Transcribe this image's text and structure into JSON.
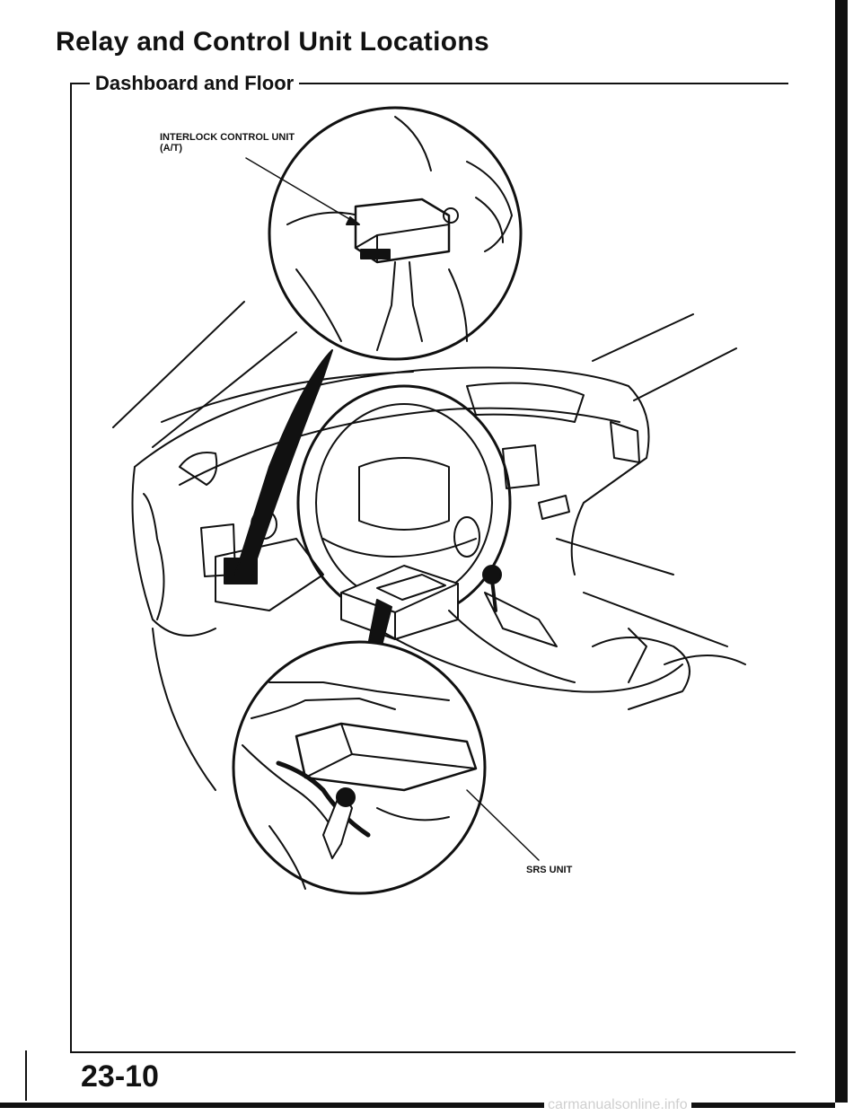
{
  "page": {
    "title": "Relay and Control Unit Locations",
    "section": "Dashboard and Floor",
    "page_number": "23-10",
    "watermark": "carmanualsonline.info"
  },
  "callouts": {
    "interlock_control_unit": "INTERLOCK CONTROL UNIT (A/T)",
    "srs_unit": "SRS UNIT"
  },
  "colors": {
    "ink": "#111111",
    "paper": "#ffffff"
  }
}
